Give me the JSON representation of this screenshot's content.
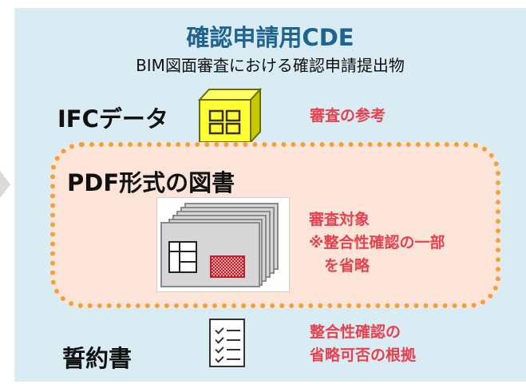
{
  "header": {
    "title": "確認申請用CDE",
    "subtitle": "BIM図面審査における確認申請提出物"
  },
  "items": [
    {
      "label": "IFCデータ",
      "note": [
        "審査の参考"
      ]
    },
    {
      "label": "PDF形式の図書",
      "note": [
        "審査対象",
        "※整合性確認の一部",
        "を省略"
      ]
    },
    {
      "label": "誓約書",
      "note": [
        "整合性確認の",
        "省略可否の根拠"
      ]
    }
  ],
  "colors": {
    "panel": "#d9ebf3",
    "title": "#1f6390",
    "note": "#e8414e",
    "dotted_border": "#f0a13c",
    "dotted_fill": "#fce5d8",
    "cube": "#ffff33"
  },
  "icons": [
    "building-cube-icon",
    "drawing-sheets-icon",
    "checklist-document-icon"
  ]
}
